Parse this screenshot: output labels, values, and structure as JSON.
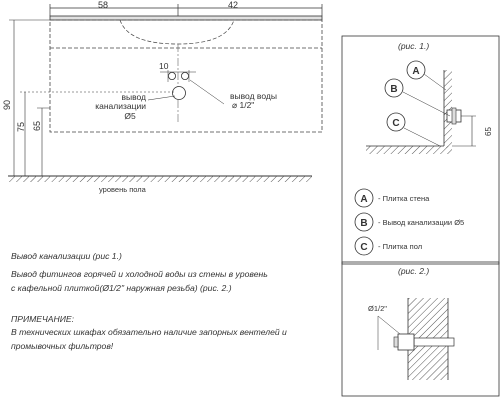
{
  "left_drawing": {
    "dim_top_left": "58",
    "dim_top_right": "42",
    "dim_height_total": "90",
    "dim_height_75": "75",
    "dim_height_65": "65",
    "dim_spacing": "10",
    "drain_label_line1": "вывод",
    "drain_label_line2": "канализации",
    "drain_label_line3": "Ø5",
    "water_label_line1": "вывод воды",
    "water_label_line2": "⌀ 1/2\"",
    "floor_label": "уровень пола"
  },
  "notes": {
    "line1": "Вывод канализации (рис 1.)",
    "line2": "Вывод фитингов горячей и холодной воды из стены в уровень",
    "line3": "с кафельной плиткой(Ø1/2\" наружная резьба) (рис. 2.)",
    "line4": "ПРИМЕЧАНИЕ:",
    "line5": "В технических шкафах обязательно наличие запорных вентелей и",
    "line6": "промывочных фильтров!"
  },
  "fig1": {
    "title": "(рис. 1.)",
    "label_a": "A",
    "label_b": "B",
    "label_c": "C",
    "dim_65": "65"
  },
  "legend": {
    "a_letter": "A",
    "a_text": "- Плитка стена",
    "b_letter": "B",
    "b_text": "- Вывод канализации   Ø5",
    "c_letter": "C",
    "c_text": "- Плитка пол"
  },
  "fig2": {
    "title": "(рис. 2.)",
    "dim_label": "Ø1/2\""
  }
}
